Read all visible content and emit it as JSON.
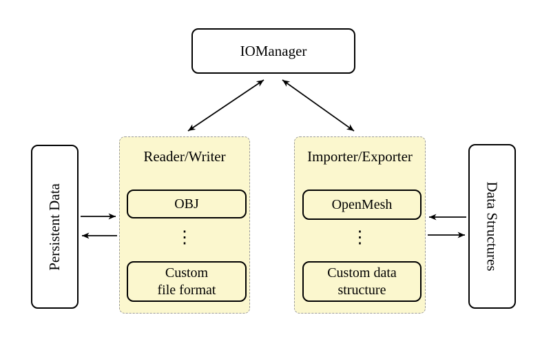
{
  "nodes": {
    "iomanager": "IOManager",
    "persistent_data": "Persistent Data",
    "data_structures": "Data Structures"
  },
  "groups": [
    {
      "title": "Reader/Writer",
      "items": [
        "OBJ",
        "Custom\nfile format"
      ],
      "ellipsis": "⋮"
    },
    {
      "title": "Importer/Exporter",
      "items": [
        "OpenMesh",
        "Custom data\nstructure"
      ],
      "ellipsis": "⋮"
    }
  ],
  "colors": {
    "group_fill": "#FBF7CE",
    "group_border": "#9A9A9A",
    "node_border": "#000000",
    "arrow": "#000000",
    "background": "#FFFFFF"
  }
}
